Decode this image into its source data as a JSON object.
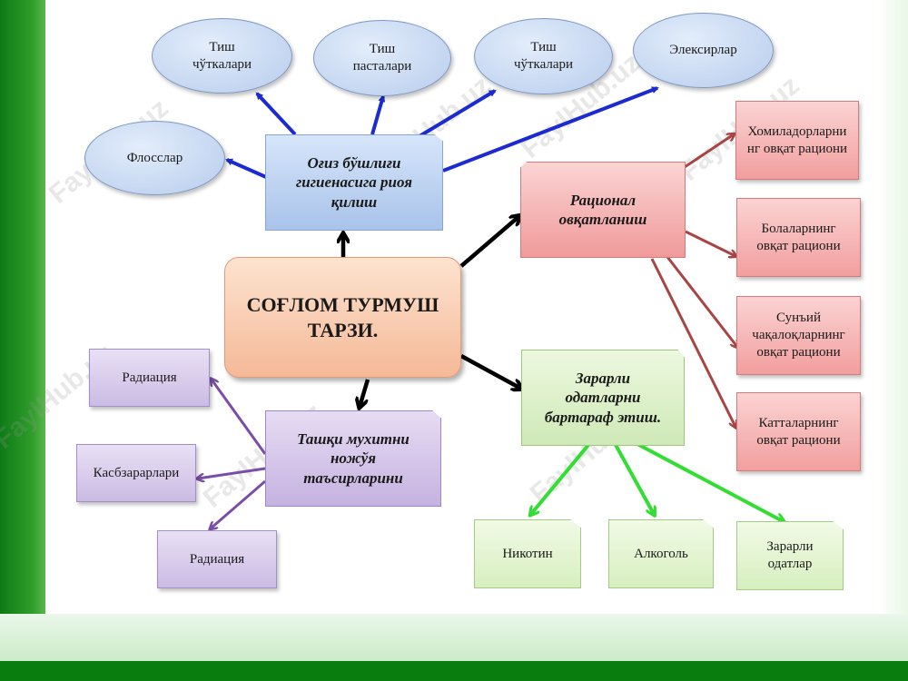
{
  "center": "СОҒЛОМ ТУРМУШ\nТАРЗИ.",
  "oral_hygiene": {
    "label": "Оғиз бўшлиғи\nгигиенасига риоя\nқилиш",
    "items": [
      "Тиш\nчўткалари",
      "Тиш\nпасталари",
      "Тиш\nчўткалари",
      "Элексирлар",
      "Флосслар"
    ]
  },
  "nutrition": {
    "label": "Рационал\nовқатланиш",
    "items": [
      "Хомиладорларни\nнг овқат рациони",
      "Болаларнинг\nовқат рациони",
      "Сунъий\nчақалоқларнинг\nовқат рациони",
      "Катталарнинг\nовқат рациони"
    ]
  },
  "habits": {
    "label": "Зарарли\nодатларни\nбартараф этиш.",
    "items": [
      "Никотин",
      "Алкоголь",
      "Зарарли\nодатлар"
    ]
  },
  "environment": {
    "label": "Ташқи мухитни\nножўя\nтаъсирларини",
    "items": [
      "Радиация",
      "Касбзарарлари",
      "Радиация"
    ]
  },
  "watermark": "FaylHub.uz",
  "colors": {
    "blue_arrow": "#1c2bd1",
    "red_arrow": "#a84444",
    "green_arrow": "#33dd33",
    "purple_arrow": "#7a4ea8",
    "black_arrow": "#000000"
  }
}
